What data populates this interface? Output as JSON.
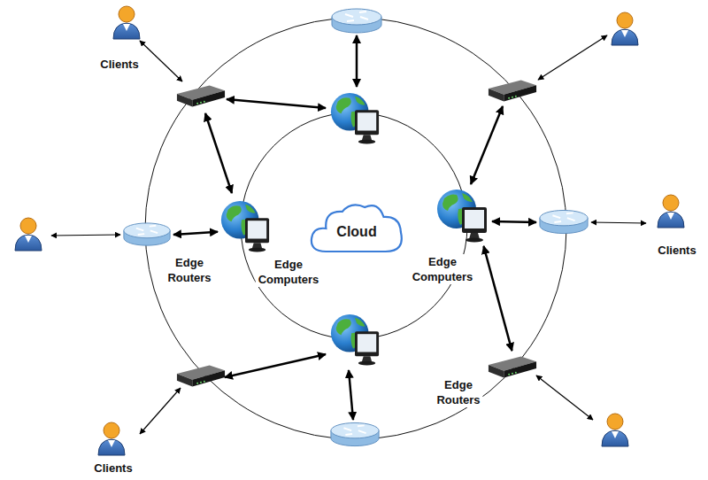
{
  "diagram": {
    "nodes": [
      {
        "text": [
          "Clients"
        ]
      },
      {
        "text": [
          "Edge Routers"
        ]
      },
      {
        "text": [
          "Edge Computers"
        ]
      },
      {
        "text": [
          "Cloud"
        ]
      },
      {
        "text": [
          "Edge Computers"
        ]
      },
      {
        "text": [
          "Clients"
        ]
      },
      {
        "text": [
          "Edge Routers"
        ]
      },
      {
        "text": [
          "Clients"
        ]
      }
    ],
    "edges": [
      {
        "from": 1,
        "to": 2,
        "arrow": "both"
      },
      {
        "from": 4,
        "to": 6,
        "arrow": "both"
      }
    ]
  }
}
